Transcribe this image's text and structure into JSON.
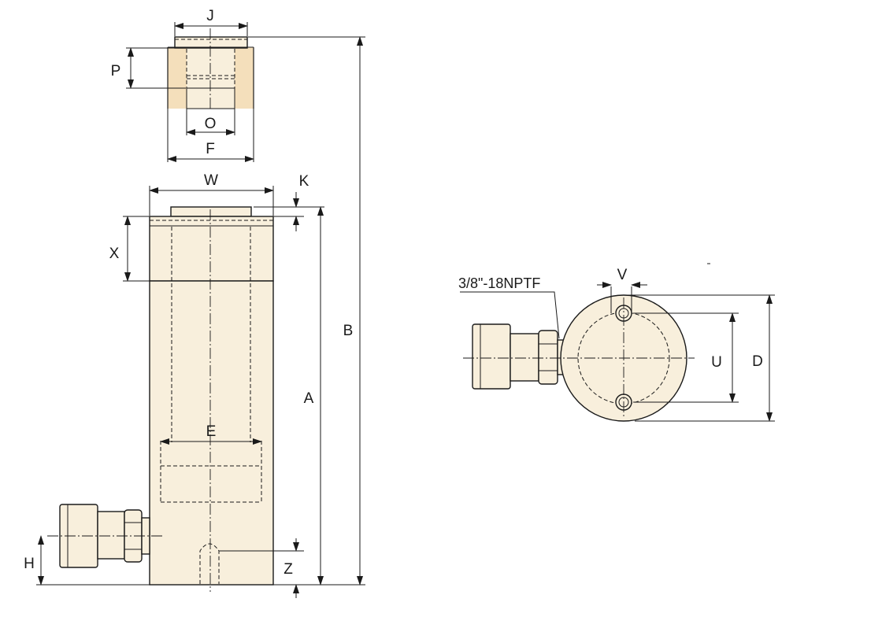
{
  "colors": {
    "body_fill": "#f8efdc",
    "thread_fill": "#f4dfbb",
    "line": "#1a1a1a"
  },
  "labels": {
    "J": "J",
    "P": "P",
    "O": "O",
    "F": "F",
    "W": "W",
    "K": "K",
    "X": "X",
    "B": "B",
    "A": "A",
    "E": "E",
    "H": "H",
    "Z": "Z",
    "V": "V",
    "U": "U",
    "D": "D",
    "port": "3/8\"-18NPTF"
  }
}
